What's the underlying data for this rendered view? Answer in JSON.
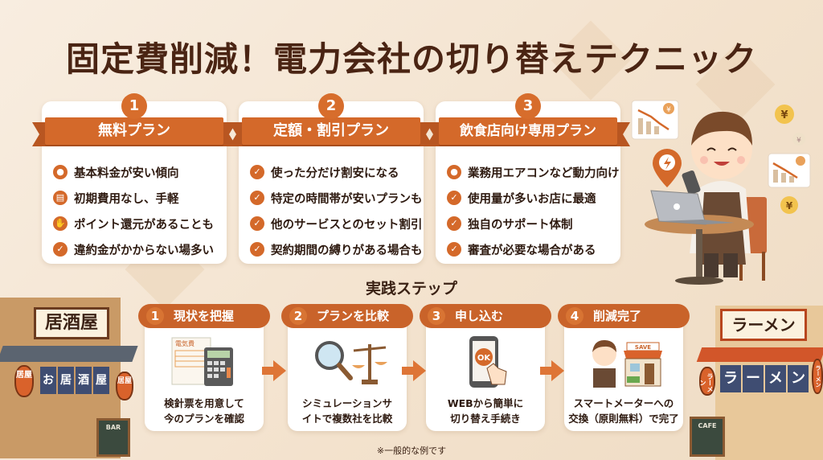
{
  "title": "固定費削減！電力会社の切り替えテクニック",
  "plans": [
    {
      "num": "1",
      "name": "無料プラン",
      "items": [
        {
          "icon": "lightbulb-icon",
          "glyph": "●",
          "text": "基本料金が安い傾向"
        },
        {
          "icon": "document-icon",
          "glyph": "▤",
          "text": "初期費用なし、手軽"
        },
        {
          "icon": "hand-coin-icon",
          "glyph": "✋",
          "text": "ポイント還元があることも"
        },
        {
          "icon": "check-icon",
          "glyph": "✓",
          "text": "違約金がかからない場多い"
        }
      ]
    },
    {
      "num": "2",
      "name": "定額・割引プラン",
      "items": [
        {
          "icon": "check-icon",
          "glyph": "✓",
          "text": "使った分だけ割安になる"
        },
        {
          "icon": "check-icon",
          "glyph": "✓",
          "text": "特定の時間帯が安いプランも"
        },
        {
          "icon": "check-icon",
          "glyph": "✓",
          "text": "他のサービスとのセット割引"
        },
        {
          "icon": "check-icon",
          "glyph": "✓",
          "text": "契約期間の縛りがある場合も"
        }
      ]
    },
    {
      "num": "3",
      "name": "飲食店向け専用プラン",
      "items": [
        {
          "icon": "lightbulb-icon",
          "glyph": "●",
          "text": "業務用エアコンなど動力向け"
        },
        {
          "icon": "check-icon",
          "glyph": "✓",
          "text": "使用量が多いお店に最適"
        },
        {
          "icon": "check-icon",
          "glyph": "✓",
          "text": "独自のサポート体制"
        },
        {
          "icon": "check-icon",
          "glyph": "✓",
          "text": "審査が必要な場合がある"
        }
      ]
    }
  ],
  "steps_title": "実践ステップ",
  "steps": [
    {
      "num": "1",
      "label": "現状を把握",
      "desc": "検針票を用意して\n今のプランを確認",
      "image": "bill-calculator"
    },
    {
      "num": "2",
      "label": "プランを比較",
      "desc": "シミュレーションサ\nイトで複数社を比較",
      "image": "magnifier-scale"
    },
    {
      "num": "3",
      "label": "申し込む",
      "desc": "WEBから簡単に\n切り替え手続き",
      "image": "smartphone-ok"
    },
    {
      "num": "4",
      "label": "削減完了",
      "desc": "スマートメーターへの\n交換（原則無料）で完了",
      "image": "shop-owner-save"
    }
  ],
  "illustrations": {
    "bill_label": "電気費",
    "ok_label": "OK",
    "save_label": "SAVE",
    "izakaya_sign": "居酒屋",
    "izakaya_noren": [
      "お",
      "居",
      "酒",
      "屋"
    ],
    "izakaya_lantern": "居屋",
    "izakaya_board": "BAR",
    "ramen_sign": "ラーメン",
    "ramen_noren": [
      "ラ",
      "ー",
      "メ",
      "ン"
    ],
    "ramen_lantern": "ラーメン",
    "ramen_board": "CAFE",
    "yen": "¥"
  },
  "note": "※一般的な例です",
  "colors": {
    "accent": "#d4692a",
    "title": "#4a2413",
    "background": "#f6e9d8"
  }
}
